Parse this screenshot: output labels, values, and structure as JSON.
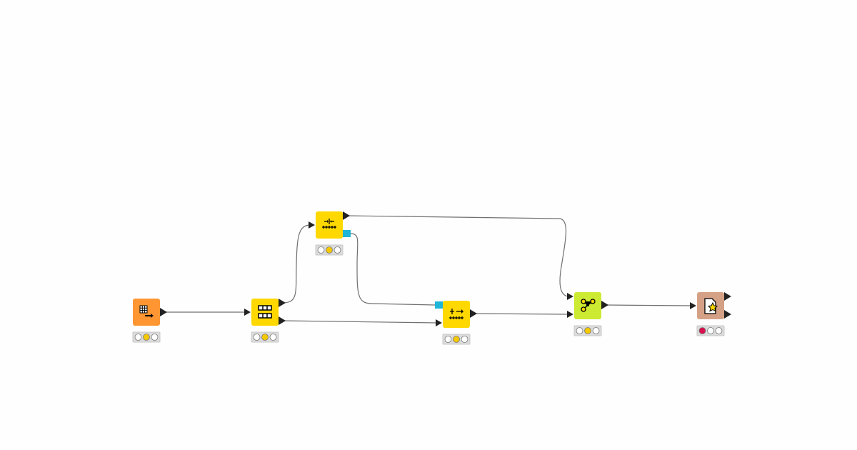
{
  "colors": {
    "connection": "#6f6f6f",
    "port": "#222222",
    "flow_variable_port": "#1fb5d9",
    "status_bg": "#dcdcdc",
    "status_light_off": "#ffffff",
    "status_yellow": "#f5c800",
    "status_red": "#d8114e"
  },
  "nodes": [
    {
      "id": "n1",
      "icon": "table-output-icon",
      "color": "#ff9632",
      "status": "yellow"
    },
    {
      "id": "n2",
      "icon": "partition-icon",
      "color": "#ffd800",
      "status": "yellow"
    },
    {
      "id": "n3",
      "icon": "learner-icon",
      "color": "#ffd800",
      "status": "yellow"
    },
    {
      "id": "n4",
      "icon": "predictor-icon",
      "color": "#ffd800",
      "status": "yellow"
    },
    {
      "id": "n5",
      "icon": "scorer-graph-icon",
      "color": "#cdea32",
      "status": "yellow"
    },
    {
      "id": "n6",
      "icon": "report-star-icon",
      "color": "#d4a186",
      "status": "red"
    }
  ]
}
